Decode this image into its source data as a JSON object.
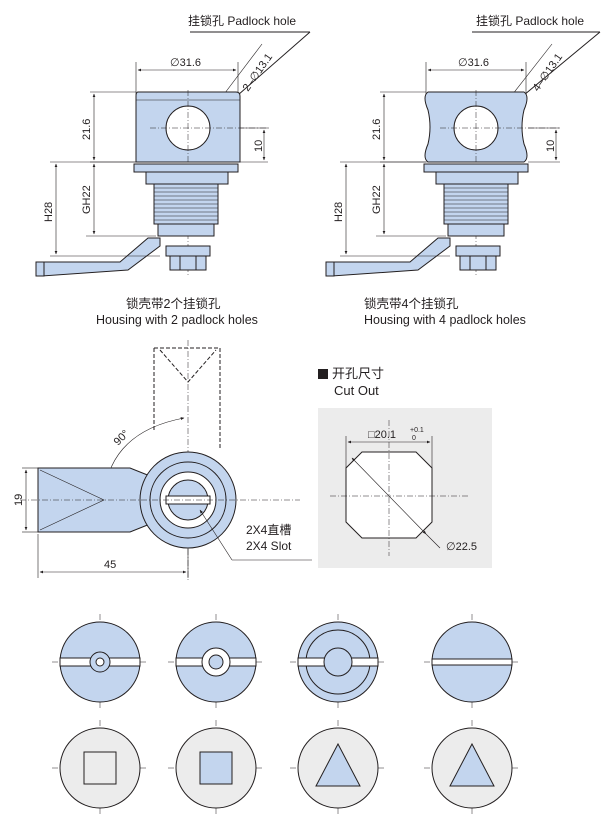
{
  "callout": {
    "left": "挂锁孔 Padlock hole",
    "right": "挂锁孔 Padlock hole"
  },
  "dims": {
    "width": "∅31.6",
    "holes_2": "2–∅13.1",
    "holes_4": "4–∅13.1",
    "h_upper": "21.6",
    "h_hole": "10",
    "h_thread": "GH22",
    "h_total": "H28",
    "rotation": "90°",
    "h_front": "19",
    "w_front": "45",
    "slot": "2X4直槽",
    "slot_en": "2X4 Slot"
  },
  "captions": {
    "two_zh": "锁壳带2个挂锁孔",
    "two_en": "Housing with 2 padlock holes",
    "four_zh": "锁壳带4个挂锁孔",
    "four_en": "Housing with 4 padlock holes"
  },
  "cutout": {
    "title_zh": "开孔尺寸",
    "title_en": "Cut Out",
    "square": "□20.1",
    "tol_upper": "+0.1",
    "tol_lower": "0",
    "diameter": "∅22.5"
  },
  "colors": {
    "body_fill": "#c3d5ee",
    "panel_fill": "#ececec",
    "line": "#231f20"
  }
}
